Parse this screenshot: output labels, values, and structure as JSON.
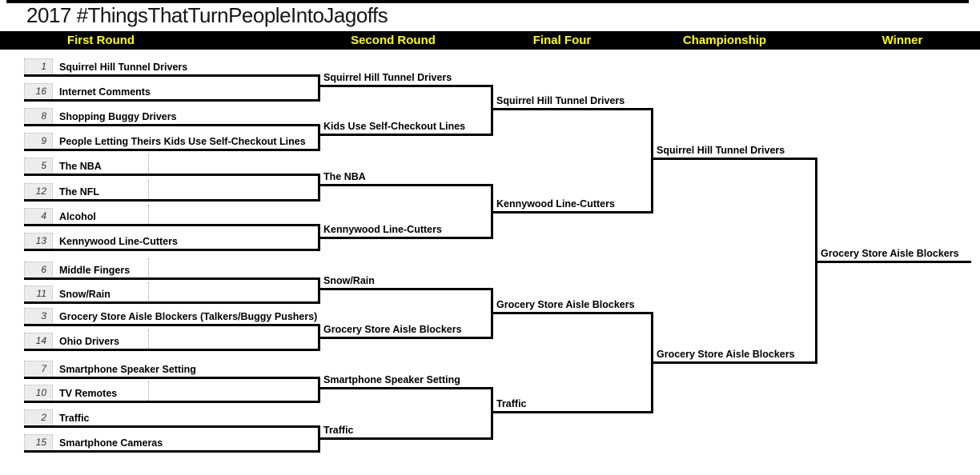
{
  "title": "2017 #ThingsThatTurnPeopleIntoJagoffs",
  "header": {
    "rounds": [
      "First Round",
      "Second Round",
      "Final Four",
      "Championship",
      "Winner"
    ]
  },
  "colors": {
    "header_bar": "#000000",
    "header_text": "#ffff00",
    "line": "#000000",
    "seed_cell_bg": "#ececec",
    "background": "#ffffff"
  },
  "bracket": {
    "first_round": [
      {
        "seed": 1,
        "name": "Squirrel Hill Tunnel Drivers"
      },
      {
        "seed": 16,
        "name": "Internet Comments"
      },
      {
        "seed": 8,
        "name": "Shopping Buggy Drivers"
      },
      {
        "seed": 9,
        "name": "People Letting Theirs Kids Use Self-Checkout Lines"
      },
      {
        "seed": 5,
        "name": "The NBA"
      },
      {
        "seed": 12,
        "name": "The NFL"
      },
      {
        "seed": 4,
        "name": "Alcohol"
      },
      {
        "seed": 13,
        "name": "Kennywood Line-Cutters"
      },
      {
        "seed": 6,
        "name": "Middle Fingers"
      },
      {
        "seed": 11,
        "name": "Snow/Rain"
      },
      {
        "seed": 3,
        "name": "Grocery Store Aisle Blockers (Talkers/Buggy Pushers)"
      },
      {
        "seed": 14,
        "name": "Ohio Drivers"
      },
      {
        "seed": 7,
        "name": "Smartphone Speaker Setting"
      },
      {
        "seed": 10,
        "name": "TV Remotes"
      },
      {
        "seed": 2,
        "name": "Traffic"
      },
      {
        "seed": 15,
        "name": "Smartphone Cameras"
      }
    ],
    "second_round": [
      "Squirrel Hill Tunnel Drivers",
      "Kids Use Self-Checkout Lines",
      "The NBA",
      "Kennywood Line-Cutters",
      "Snow/Rain",
      "Grocery Store Aisle Blockers",
      "Smartphone Speaker Setting",
      "Traffic"
    ],
    "final_four": [
      "Squirrel Hill Tunnel Drivers",
      "Kennywood Line-Cutters",
      "Grocery Store Aisle Blockers",
      "Traffic"
    ],
    "championship": [
      "Squirrel Hill Tunnel Drivers",
      "Grocery Store Aisle Blockers"
    ],
    "winner": "Grocery Store Aisle Blockers"
  }
}
